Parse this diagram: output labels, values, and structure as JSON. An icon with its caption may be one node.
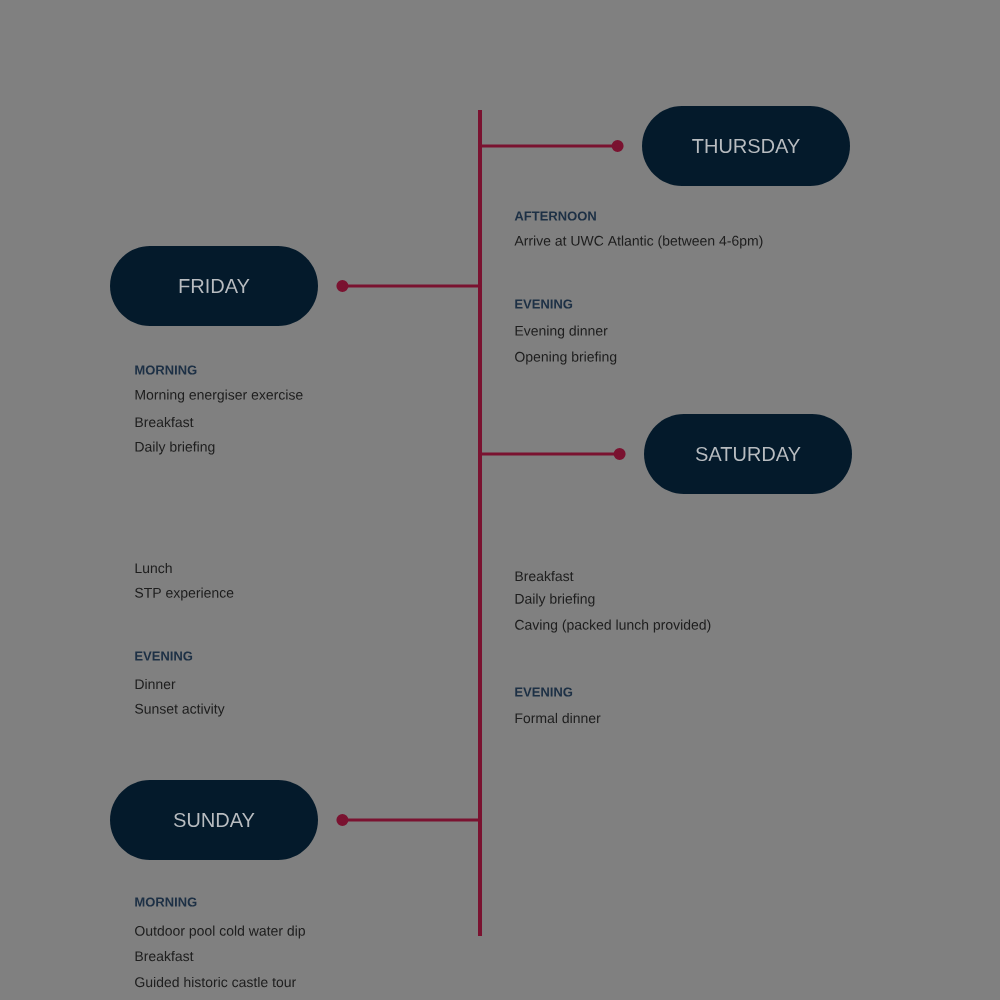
{
  "diagram": {
    "nodes": [
      {
        "text": [],
        "shape": "bar"
      },
      {
        "text": [
          "THURSDAY"
        ],
        "beside": [
          "AFTERNOON",
          "Arrive at UWC Atlantic (between 4-6pm)",
          "EVENING",
          "Evening dinner",
          "Opening briefing"
        ]
      },
      {
        "text": [
          "FRIDAY"
        ],
        "beside": [
          "MORNING",
          "Morning energiser exercise",
          "Breakfast",
          "Daily briefing",
          "Lunch",
          "STP experience",
          "EVENING",
          "Dinner",
          "Sunset activity"
        ]
      },
      {
        "text": [
          "SATURDAY"
        ],
        "beside": [
          "Breakfast",
          "Daily briefing",
          "Caving (packed lunch provided)",
          "EVENING",
          "Formal dinner"
        ]
      },
      {
        "text": [
          "SUNDAY"
        ],
        "beside": [
          "MORNING",
          "Outdoor pool cold water dip",
          "Breakfast",
          "Guided historic castle tour"
        ]
      }
    ],
    "edges": [
      {
        "from": 0,
        "to": 1,
        "arrow": "to"
      },
      {
        "from": 0,
        "to": 2,
        "arrow": "to"
      },
      {
        "from": 0,
        "to": 3,
        "arrow": "to"
      },
      {
        "from": 0,
        "to": 4,
        "arrow": "to"
      }
    ]
  }
}
